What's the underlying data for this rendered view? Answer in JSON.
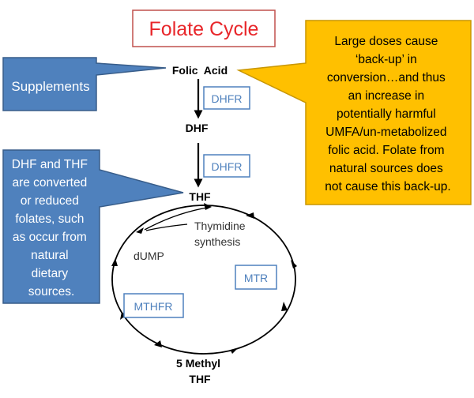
{
  "title": "Folate Cycle",
  "callouts": {
    "supplements": "Supplements",
    "warning": [
      "Large doses cause",
      "‘back-up’ in",
      "conversion…and thus",
      "an increase in",
      "potentially harmful",
      "UMFA/un-metabolized",
      "folic acid. Folate from",
      "natural sources does",
      "not cause this back-up."
    ],
    "reduced_folates": [
      "DHF and THF",
      "are converted",
      "or reduced",
      "folates, such",
      "as occur from",
      "natural",
      "dietary",
      "sources."
    ]
  },
  "nodes": {
    "folic_acid": "Folic  Acid",
    "dhf": "DHF",
    "thf": "THF",
    "methyl_thf": [
      "5 Methyl",
      "THF"
    ],
    "dump": "dUMP",
    "thymidine": [
      "Thymidine",
      "synthesis"
    ]
  },
  "enzymes": {
    "dhfr_1": "DHFR",
    "dhfr_2": "DHFR",
    "mtr": "MTR",
    "mthfr": "MTHFR"
  },
  "colors": {
    "title_text": "#e8262a",
    "title_border": "#c0504d",
    "callout_blue": "#4f81bd",
    "callout_blue_border": "#385d8a",
    "callout_orange": "#ffc000",
    "callout_orange_border": "#c89600",
    "enzyme_border": "#4f81bd",
    "enzyme_text": "#4f81bd"
  }
}
